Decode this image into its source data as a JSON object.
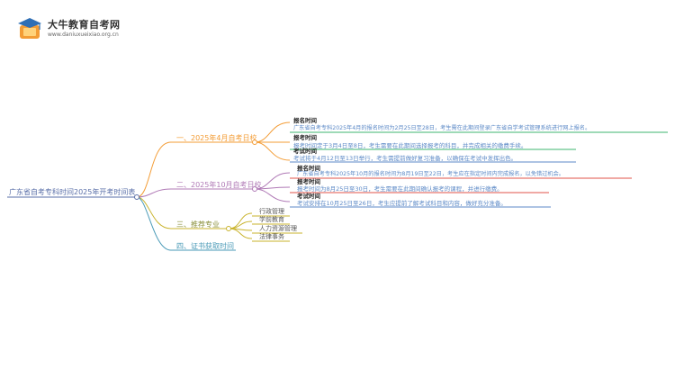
{
  "brand": {
    "name": "大牛教育自考网",
    "url": "www.daniuxueixiao.org.cn"
  },
  "colors": {
    "root": "#5a6fa8",
    "branch1": "#f39c35",
    "branch2": "#b07ab6",
    "branch3": "#c9b32c",
    "branch4": "#4a9ab7",
    "leaf_green": "#3cb56f",
    "leaf_red": "#e0534a",
    "leaf_blue": "#5d8ac7"
  },
  "mindmap": {
    "root": "广东省自考专科时间2025年开考时间表",
    "branches": [
      {
        "label": "一、2025年4月自考日校",
        "items": [
          {
            "title": "报名时间",
            "text": "广东省自考专科2025年4月的报名时间为2月25日至28日，考生需在此期间登录广东省自学考试管理系统进行网上报名。"
          },
          {
            "title": "报考时间",
            "text": "报考时间定于3月4日至8日，考生需要在此期间选择报考的科目，并完成相关的缴费手续。"
          },
          {
            "title": "考试时间",
            "text": "考试将于4月12日至13日举行，考生需提前做好复习准备，以确保在考试中发挥出色。"
          }
        ]
      },
      {
        "label": "二、2025年10月自考日校",
        "items": [
          {
            "title": "报名时间",
            "text": "广东省自考专科2025年10月的报名时间为8月19日至22日，考生应在指定时间内完成报名，以免错过机会。"
          },
          {
            "title": "报考时间",
            "text": "报考时间为8月25日至30日，考生需要在此期间确认报考的课程，并进行缴费。"
          },
          {
            "title": "考试时间",
            "text": "考试安排在10月25日至26日，考生应提前了解考试科目和内容，做好充分准备。"
          }
        ]
      },
      {
        "label": "三、推荐专业",
        "items": [
          "行政管理",
          "学前教育",
          "人力资源管理",
          "法律事务"
        ]
      },
      {
        "label": "四、证书获取时间",
        "items": []
      }
    ]
  }
}
